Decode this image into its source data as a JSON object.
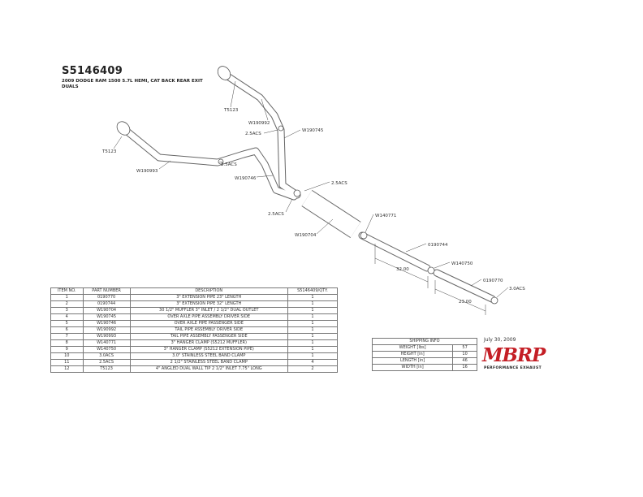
{
  "title": "S5146409",
  "subtitle_line1": "2009 DODGE RAM 1500 5.7L HEMI, CAT BACK REAR EXIT",
  "subtitle_line2": "DUALS",
  "callouts": {
    "t5123_a": "T5123",
    "t5123_b": "T5123",
    "w190992": "W190992",
    "acs_a": "2.5ACS",
    "w190745": "W190745",
    "acs_b": "2.5ACS",
    "w190993": "W190993",
    "w190746": "W190746",
    "acs_c": "2.5ACS",
    "acs_d": "2.5ACS",
    "w140771": "W140771",
    "w190704": "W190704",
    "p0190744": "0190744",
    "dim32": "32.00",
    "w140750": "W140750",
    "p0190770": "0190770",
    "acs30": "3.0ACS",
    "dim23": "23.00"
  },
  "bom": {
    "headers": [
      "ITEM NO.",
      "PART NUMBER",
      "DESCRIPTION",
      "S5146409/QTY."
    ],
    "rows": [
      [
        "1",
        "0190770",
        "3\" EXTENSION PIPE 23\" LENGTH",
        "1"
      ],
      [
        "2",
        "0190744",
        "3\" EXTENSION PIPE 32\" LENGTH",
        "1"
      ],
      [
        "3",
        "W190704",
        "30 1/2\" MUFFLER 3\" INLET / 2 1/2\" DUAL OUTLET",
        "1"
      ],
      [
        "4",
        "W190745",
        "OVER AXLE PIPE ASSEMBLY DRIVER SIDE",
        "1"
      ],
      [
        "5",
        "W190746",
        "OVER AXLE PIPE PASSENGER SIDE",
        "1"
      ],
      [
        "6",
        "W190992",
        "TAIL PIPE ASSEMBLY DRIVER SIDE",
        "1"
      ],
      [
        "7",
        "W190993",
        "TAIL PIPE ASSEMBLY PASSENGER SIDE",
        "1"
      ],
      [
        "8",
        "W140771",
        "3\" HANGER CLAMP (S5212 MUFFLER)",
        "1"
      ],
      [
        "9",
        "W140750",
        "3\" HANGER CLAMP (S5212 EXTENSION PIPE)",
        "1"
      ],
      [
        "10",
        "3.0ACS",
        "3.0\" STAINLESS STEEL BAND CLAMP",
        "1"
      ],
      [
        "11",
        "2.5ACS",
        "2 1/2\" STAINLESS STEEL BAND CLAMP",
        "4"
      ],
      [
        "12",
        "T5123",
        "4\" ANGLED DUAL WALL TIP 2 1/2\" INLET 7.75\" LONG",
        "2"
      ]
    ]
  },
  "shipping": {
    "header": "SHIPPING INFO",
    "rows": [
      [
        "WEIGHT [lbs]",
        "57"
      ],
      [
        "HEIGHT [in]",
        "10"
      ],
      [
        "LENGTH [in]",
        "46"
      ],
      [
        "WIDTH [in]",
        "16"
      ]
    ]
  },
  "date": "July 30, 2009",
  "logo": {
    "text": "MBRP",
    "tagline": "PERFORMANCE EXHAUST",
    "brand_color": "#c41e25"
  }
}
